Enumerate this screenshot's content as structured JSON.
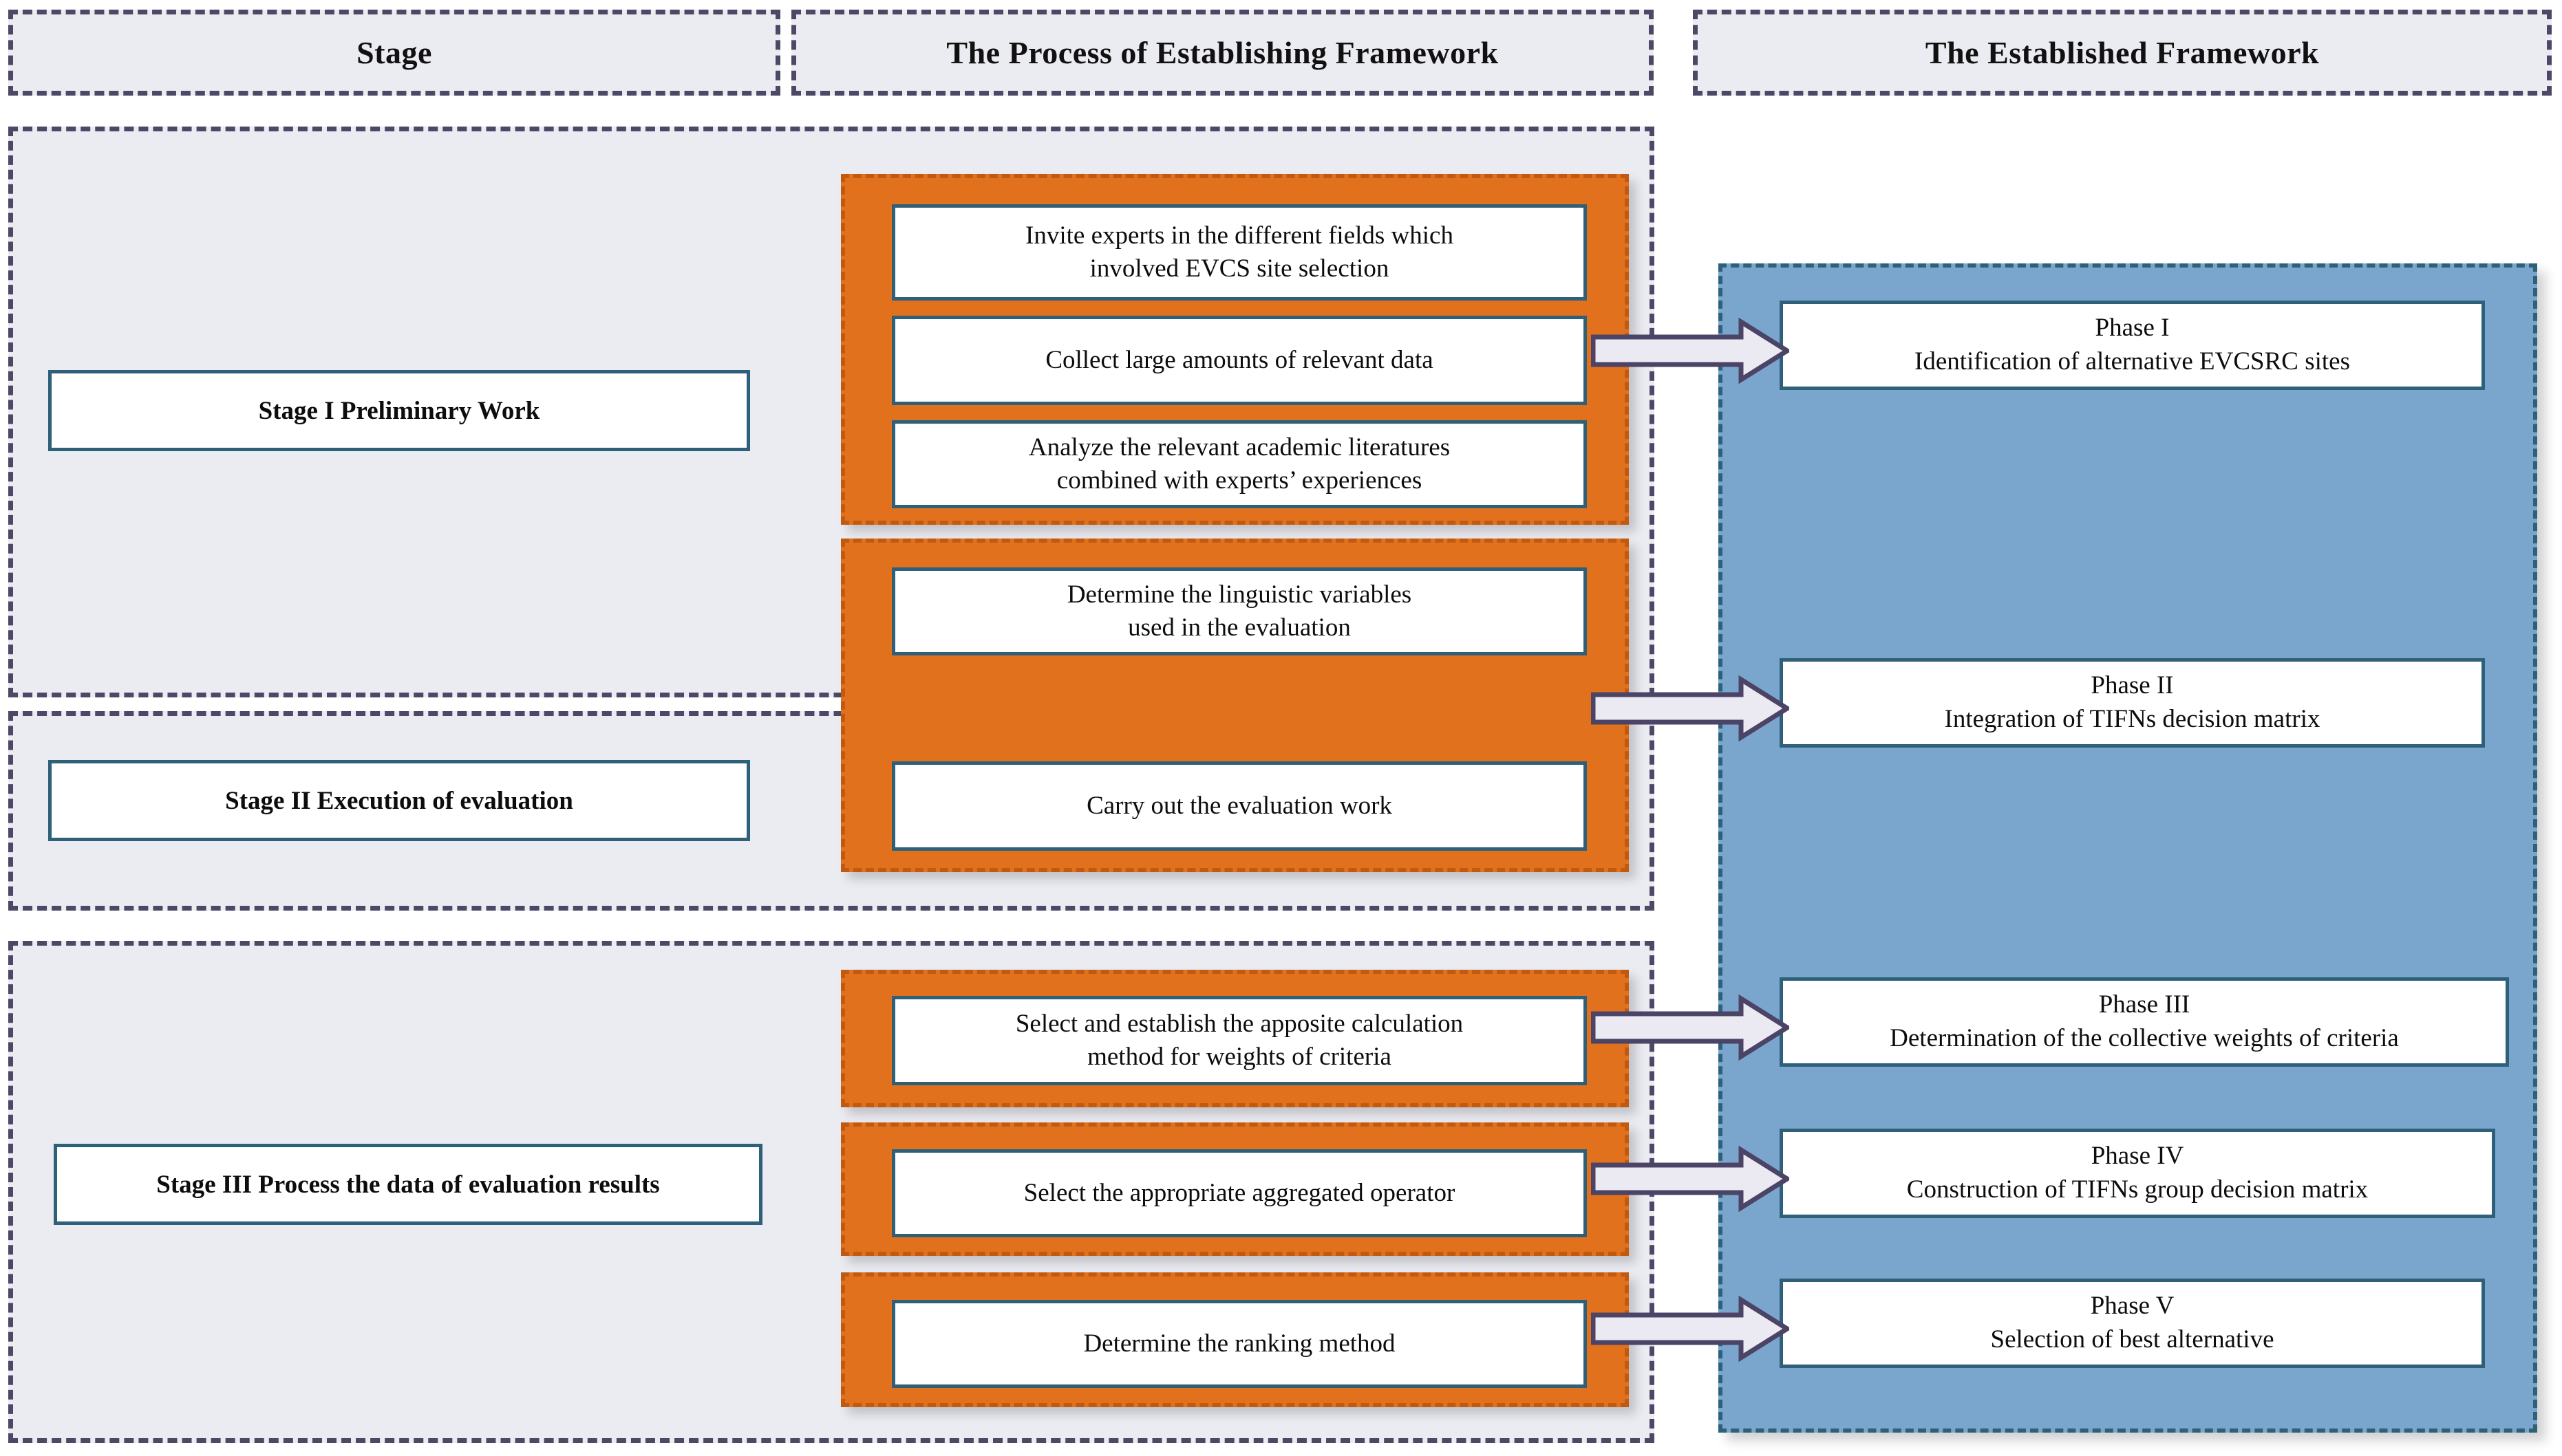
{
  "header": {
    "columns": [
      {
        "id": "stage",
        "label": "Stage"
      },
      {
        "id": "process",
        "label": "The Process of Establishing Framework"
      },
      {
        "id": "framework",
        "label": "The Established Framework"
      }
    ]
  },
  "stages": [
    {
      "id": "stage-1",
      "label": "Stage I Preliminary Work"
    },
    {
      "id": "stage-2",
      "label": "Stage II Execution of evaluation"
    },
    {
      "id": "stage-3",
      "label": "Stage III Process the data of evaluation results"
    }
  ],
  "process_groups": [
    {
      "id": "group-1",
      "steps": [
        {
          "id": "step-1",
          "lines": [
            "Invite experts in the different fields which",
            "involved EVCS site selection"
          ]
        },
        {
          "id": "step-2",
          "lines": [
            "Collect large amounts of relevant data"
          ]
        },
        {
          "id": "step-3",
          "lines": [
            "Analyze the relevant academic literatures",
            "combined with experts’ experiences"
          ]
        }
      ]
    },
    {
      "id": "group-2",
      "steps": [
        {
          "id": "step-4",
          "lines": [
            "Determine the linguistic variables",
            "used in the evaluation"
          ]
        },
        {
          "id": "step-5",
          "lines": [
            "Carry out the evaluation work"
          ]
        }
      ]
    },
    {
      "id": "group-3",
      "steps": [
        {
          "id": "step-6",
          "lines": [
            "Select and establish the apposite calculation",
            "method for weights of criteria"
          ]
        }
      ]
    },
    {
      "id": "group-4",
      "steps": [
        {
          "id": "step-7",
          "lines": [
            "Select the appropriate aggregated operator"
          ]
        }
      ]
    },
    {
      "id": "group-5",
      "steps": [
        {
          "id": "step-8",
          "lines": [
            "Determine the ranking method"
          ]
        }
      ]
    }
  ],
  "phases": [
    {
      "id": "phase-1",
      "title": "Phase I",
      "desc": "Identification of alternative EVCSRC sites"
    },
    {
      "id": "phase-2",
      "title": "Phase II",
      "desc": "Integration of TIFNs decision matrix"
    },
    {
      "id": "phase-3",
      "title": "Phase III",
      "desc": "Determination of the collective weights of criteria"
    },
    {
      "id": "phase-4",
      "title": "Phase IV",
      "desc": "Construction of TIFNs group decision matrix"
    },
    {
      "id": "phase-5",
      "title": "Phase V",
      "desc": "Selection of best alternative"
    }
  ],
  "connectors": [
    {
      "id": "arrow-1",
      "from": "step-2",
      "to": "phase-1"
    },
    {
      "id": "arrow-2",
      "from": "group-2",
      "to": "phase-2"
    },
    {
      "id": "arrow-3",
      "from": "step-6",
      "to": "phase-3"
    },
    {
      "id": "arrow-4",
      "from": "step-7",
      "to": "phase-4"
    },
    {
      "id": "arrow-5",
      "from": "step-8",
      "to": "phase-5"
    }
  ],
  "colors": {
    "lane_fill": "#ebebf2",
    "lane_border": "#4c4866",
    "orange_fill": "#e2711d",
    "orange_border": "#c05a10",
    "blue_fill": "#7aa6ce",
    "box_border": "#2e6179",
    "arrow_fill": "#ebe9f2",
    "arrow_stroke": "#4c4466",
    "text": "#0d0d0d"
  }
}
